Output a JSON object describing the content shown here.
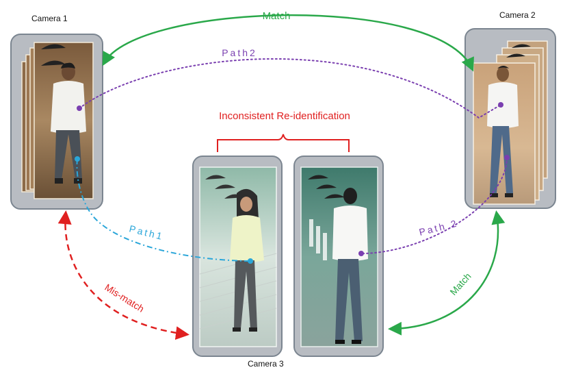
{
  "cameras": {
    "camera1": "Camera 1",
    "camera2": "Camera 2",
    "camera3": "Camera 3"
  },
  "labels": {
    "match_top": "Match",
    "match_right": "Match",
    "path2_top": "Path2",
    "path2_right": "Path 2",
    "path1": "Path1",
    "mismatch": "Mis-match",
    "inconsistent": "Inconsistent Re-identification"
  },
  "colors": {
    "match": "#2aa84a",
    "path2": "#7a3fb0",
    "path1": "#2aa6d9",
    "mismatch": "#e02020",
    "inconsistent": "#e02020",
    "card_border": "#7b8590"
  }
}
